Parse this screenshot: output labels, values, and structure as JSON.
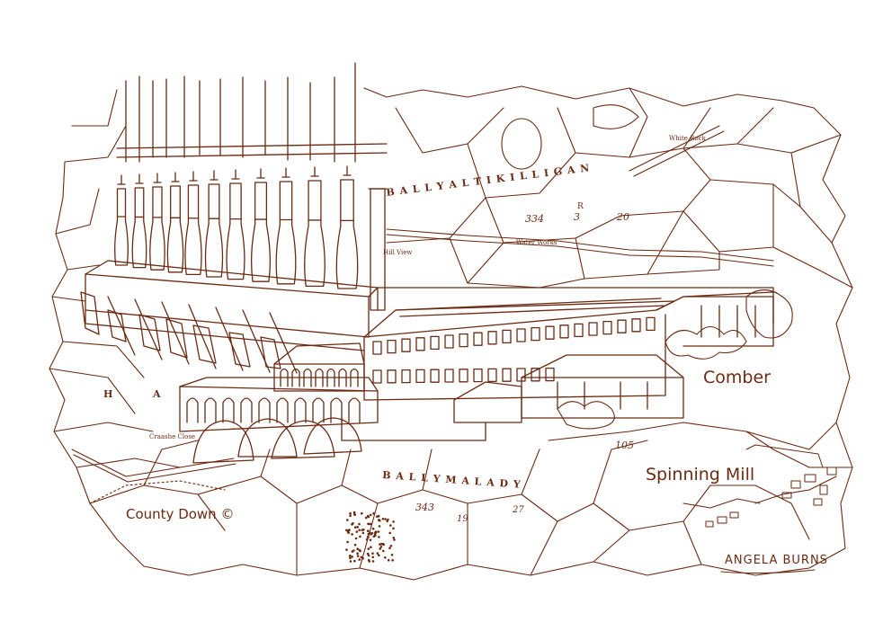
{
  "artwork": {
    "ink_color": "#6b2a12",
    "background": "#ffffff"
  },
  "labels": {
    "comber": "Comber",
    "spinning_mill": "Spinning Mill",
    "county_down": "County Down ©",
    "signature": "ANGELA BURNS"
  },
  "map_text": {
    "ballyaltikilligan": "B A L L Y A L T I K I L L I G A N",
    "ballymalady": "B A L L Y M A L A D Y",
    "hill_view": "Hill View",
    "water_works": "Water Works",
    "white_rock": "White Rock",
    "crossgar_close": "Craashe Close",
    "num_334": "334",
    "num_3": "3",
    "num_20": "20",
    "num_105": "105",
    "num_343": "343",
    "num_27": "27",
    "num_19": "19",
    "letter_a": "A",
    "letter_r": "R",
    "letter_h": "H"
  }
}
